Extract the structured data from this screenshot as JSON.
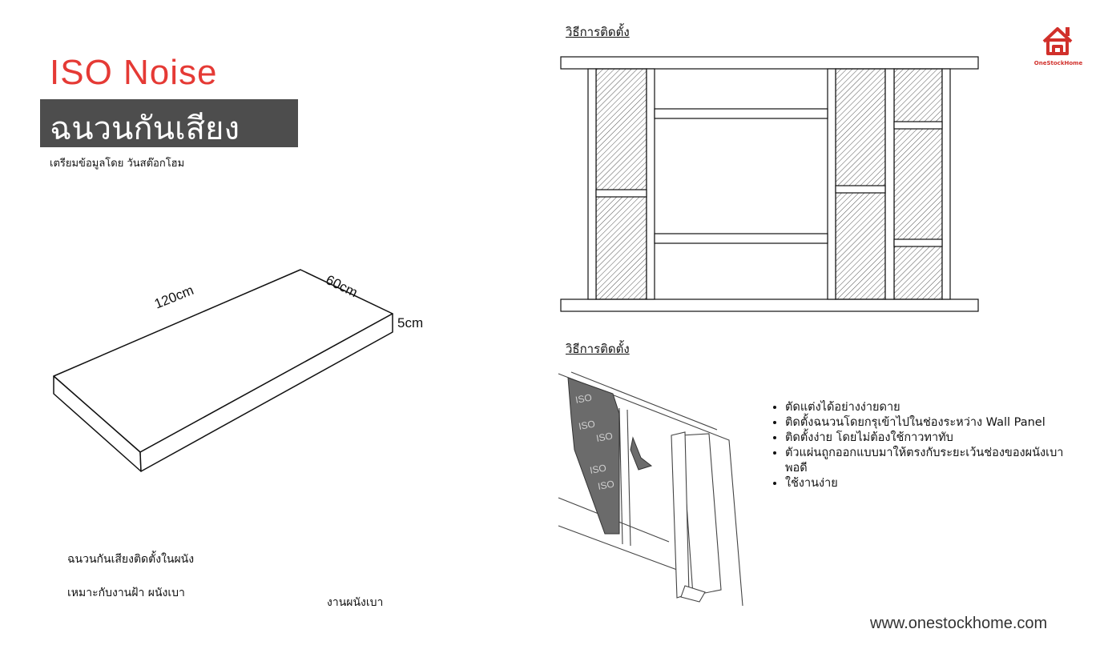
{
  "header": {
    "title_en": "ISO Noise",
    "title_th": "ฉนวนกันเสียง",
    "prepared_by": "เตรียมข้อมูลโดย วันสต๊อกโฮม"
  },
  "board": {
    "length_label": "120cm",
    "width_label": "60cm",
    "thickness_label": "5cm"
  },
  "captions": {
    "line1": "ฉนวนกันเสียงติดตั้งในผนัง",
    "line2": "เหมาะกับงานฝ้า ผนังเบา",
    "line3": "งานผนังเบา"
  },
  "install": {
    "title_top": "วิธีการติดตั้ง",
    "title_bottom": "วิธีการติดตั้ง",
    "iso_labels": [
      "ISO",
      "ISO",
      "ISO",
      "ISO",
      "ISO"
    ],
    "bullets": [
      "ตัดแต่งได้อย่างง่ายดาย",
      "ติดตั้งฉนวนโดยกรุเข้าไปในช่องระหว่าง Wall Panel",
      "ติดตั้งง่าย โดยไม่ต้องใช้กาวทาทับ",
      "ตัวแผ่นถูกออกแบบมาให้ตรงกับระยะเว้นช่องของผนังเบาพอดี",
      "ใช้งานง่าย"
    ]
  },
  "brand": {
    "logo_text": "OneStockHome",
    "logo_color": "#d1302b",
    "website": "www.onestockhome.com"
  },
  "colors": {
    "title_red": "#e53a35",
    "title_box": "#4d4d4d",
    "insulation_dark": "#6b6b6b"
  }
}
